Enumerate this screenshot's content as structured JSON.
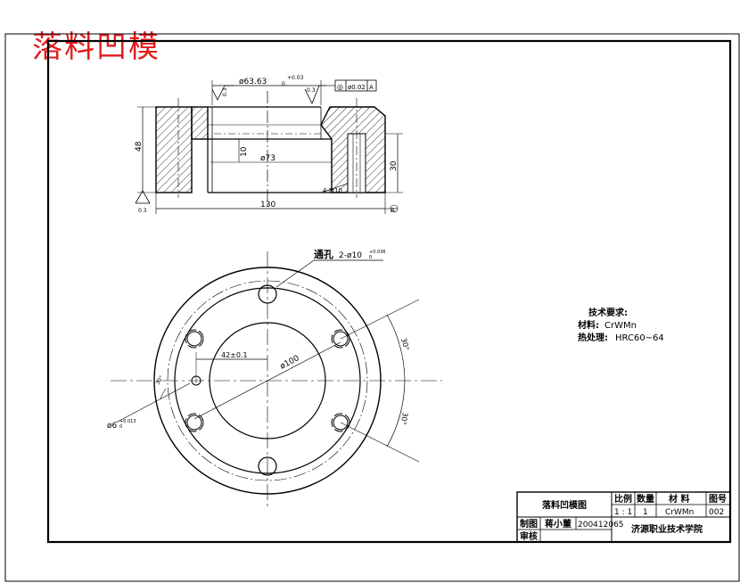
{
  "title_red": "落料凹模",
  "section": {
    "dim_outer_dia": "ø63.63",
    "dim_outer_tol": "+0.03",
    "dim_outer_tol_low": "0",
    "dim_height": "48",
    "dim_step": "10",
    "dim_inner_dia": "ø73",
    "dim_hole_depth": "30",
    "dim_hole_note": "4-M10",
    "dim_length": "130",
    "rough_top_left": "0.3",
    "rough_top_right": "0.3",
    "rough_left": "0.3",
    "gdt_symbol": "◎",
    "gdt_value": "ø0.02",
    "gdt_datum": "A",
    "datum_label": "A"
  },
  "plan": {
    "through_hole_label": "通孔",
    "through_hole_dim": "2-ø10",
    "through_hole_tol": "+0.036",
    "through_hole_tol_low": "0",
    "dim_offset": "42±0.1",
    "dim_circle": "ø100",
    "dim_pin_hole": "ø6",
    "dim_pin_tol": "+0.013",
    "dim_pin_tol_low": "0",
    "angle_top": "30°",
    "angle_bottom": "30°",
    "angle_small": "30°"
  },
  "tech_req": {
    "heading": "技术要求:",
    "material_label": "材料:",
    "material_value": "CrWMn",
    "heat_label": "热处理:",
    "heat_value": "HRC60~64"
  },
  "title_block": {
    "drawing_name": "落料凹模图",
    "col_scale": "比例",
    "col_qty": "数量",
    "col_material": "材 料",
    "col_no": "图号",
    "val_scale": "1 : 1",
    "val_qty": "1",
    "val_material": "CrWMn",
    "val_no": "002",
    "row_drawn": "制图",
    "row_checked": "审核",
    "drawer_name": "蒋小董",
    "student_id": "200412065",
    "school": "济源职业技术学院"
  }
}
